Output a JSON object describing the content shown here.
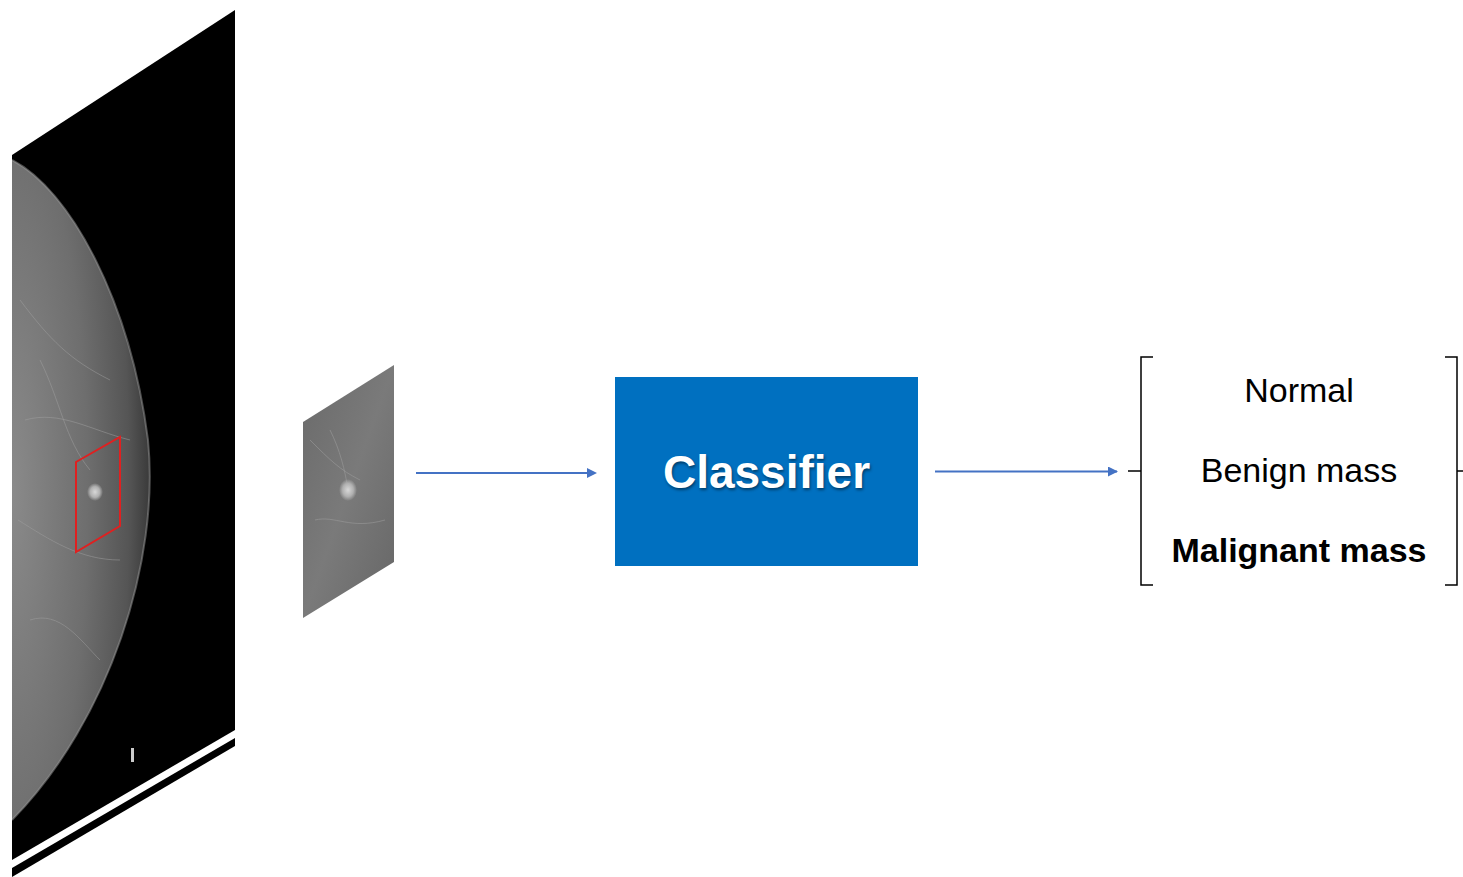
{
  "diagram": {
    "nodes": [
      {
        "text": [
          "Classifier"
        ]
      },
      {
        "text": [
          "Normal",
          "Benign mass",
          "Malignant mass"
        ]
      }
    ],
    "edges": [
      {
        "from": 0,
        "to": 1,
        "arrow": "to"
      }
    ]
  }
}
